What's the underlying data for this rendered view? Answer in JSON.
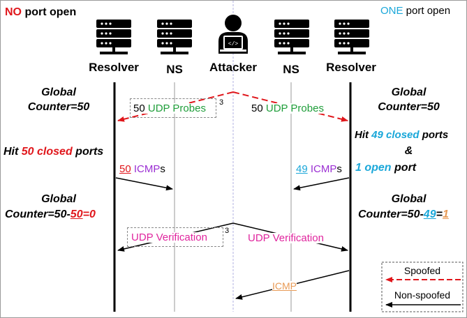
{
  "corner_left": {
    "highlight": "NO",
    "rest": " port open"
  },
  "corner_right": {
    "highlight": "ONE",
    "rest": " port open"
  },
  "entities": {
    "resolver_left": "Resolver",
    "ns_left": "NS",
    "attacker": "Attacker",
    "ns_right": "NS",
    "resolver_right": "Resolver"
  },
  "left": {
    "global_line1": "Global",
    "global_line2": "Counter=50",
    "hit_prefix": "Hit ",
    "hit_count": "50",
    "hit_mid": " closed",
    "hit_suffix": " ports",
    "final_line1": "Global",
    "final_prefix": "Counter=50-",
    "final_sub": "50",
    "final_suffix": "=0"
  },
  "right": {
    "global_line1": "Global",
    "global_line2": "Counter=50",
    "hit_prefix": "Hit ",
    "hit_count": "49",
    "hit_mid": " closed",
    "hit_suffix": " ports",
    "amp": "&",
    "open_count": "1",
    "open_mid": " open",
    "open_suffix": " port",
    "final_line1": "Global",
    "final_prefix": "Counter=50-",
    "final_sub": "49",
    "final_eq": "=",
    "final_val": "1"
  },
  "messages": {
    "probes_left_num": "50 ",
    "probes_left_text": "UDP Probes",
    "probes_left_sup": "3",
    "probes_right_num": "50 ",
    "probes_right_text": "UDP Probes",
    "icmp_left_num": "50",
    "icmp_left_text": " ICMP",
    "icmp_left_s": "s",
    "icmp_right_num": "49",
    "icmp_right_text": " ICMP",
    "icmp_right_s": "s",
    "verif_left": "UDP Verification",
    "verif_left_sup": "3",
    "verif_right": "UDP Verification",
    "icmp_bottom": "ICMP"
  },
  "legend": {
    "spoofed": "Spoofed",
    "non_spoofed": "Non-spoofed"
  },
  "icons": [
    "server-icon",
    "server-icon",
    "attacker-icon",
    "server-icon",
    "server-icon"
  ],
  "colors": {
    "spoofed_arrow": "#e0161b",
    "accent_red": "#e0161b",
    "accent_cyan": "#1aa7d9"
  }
}
